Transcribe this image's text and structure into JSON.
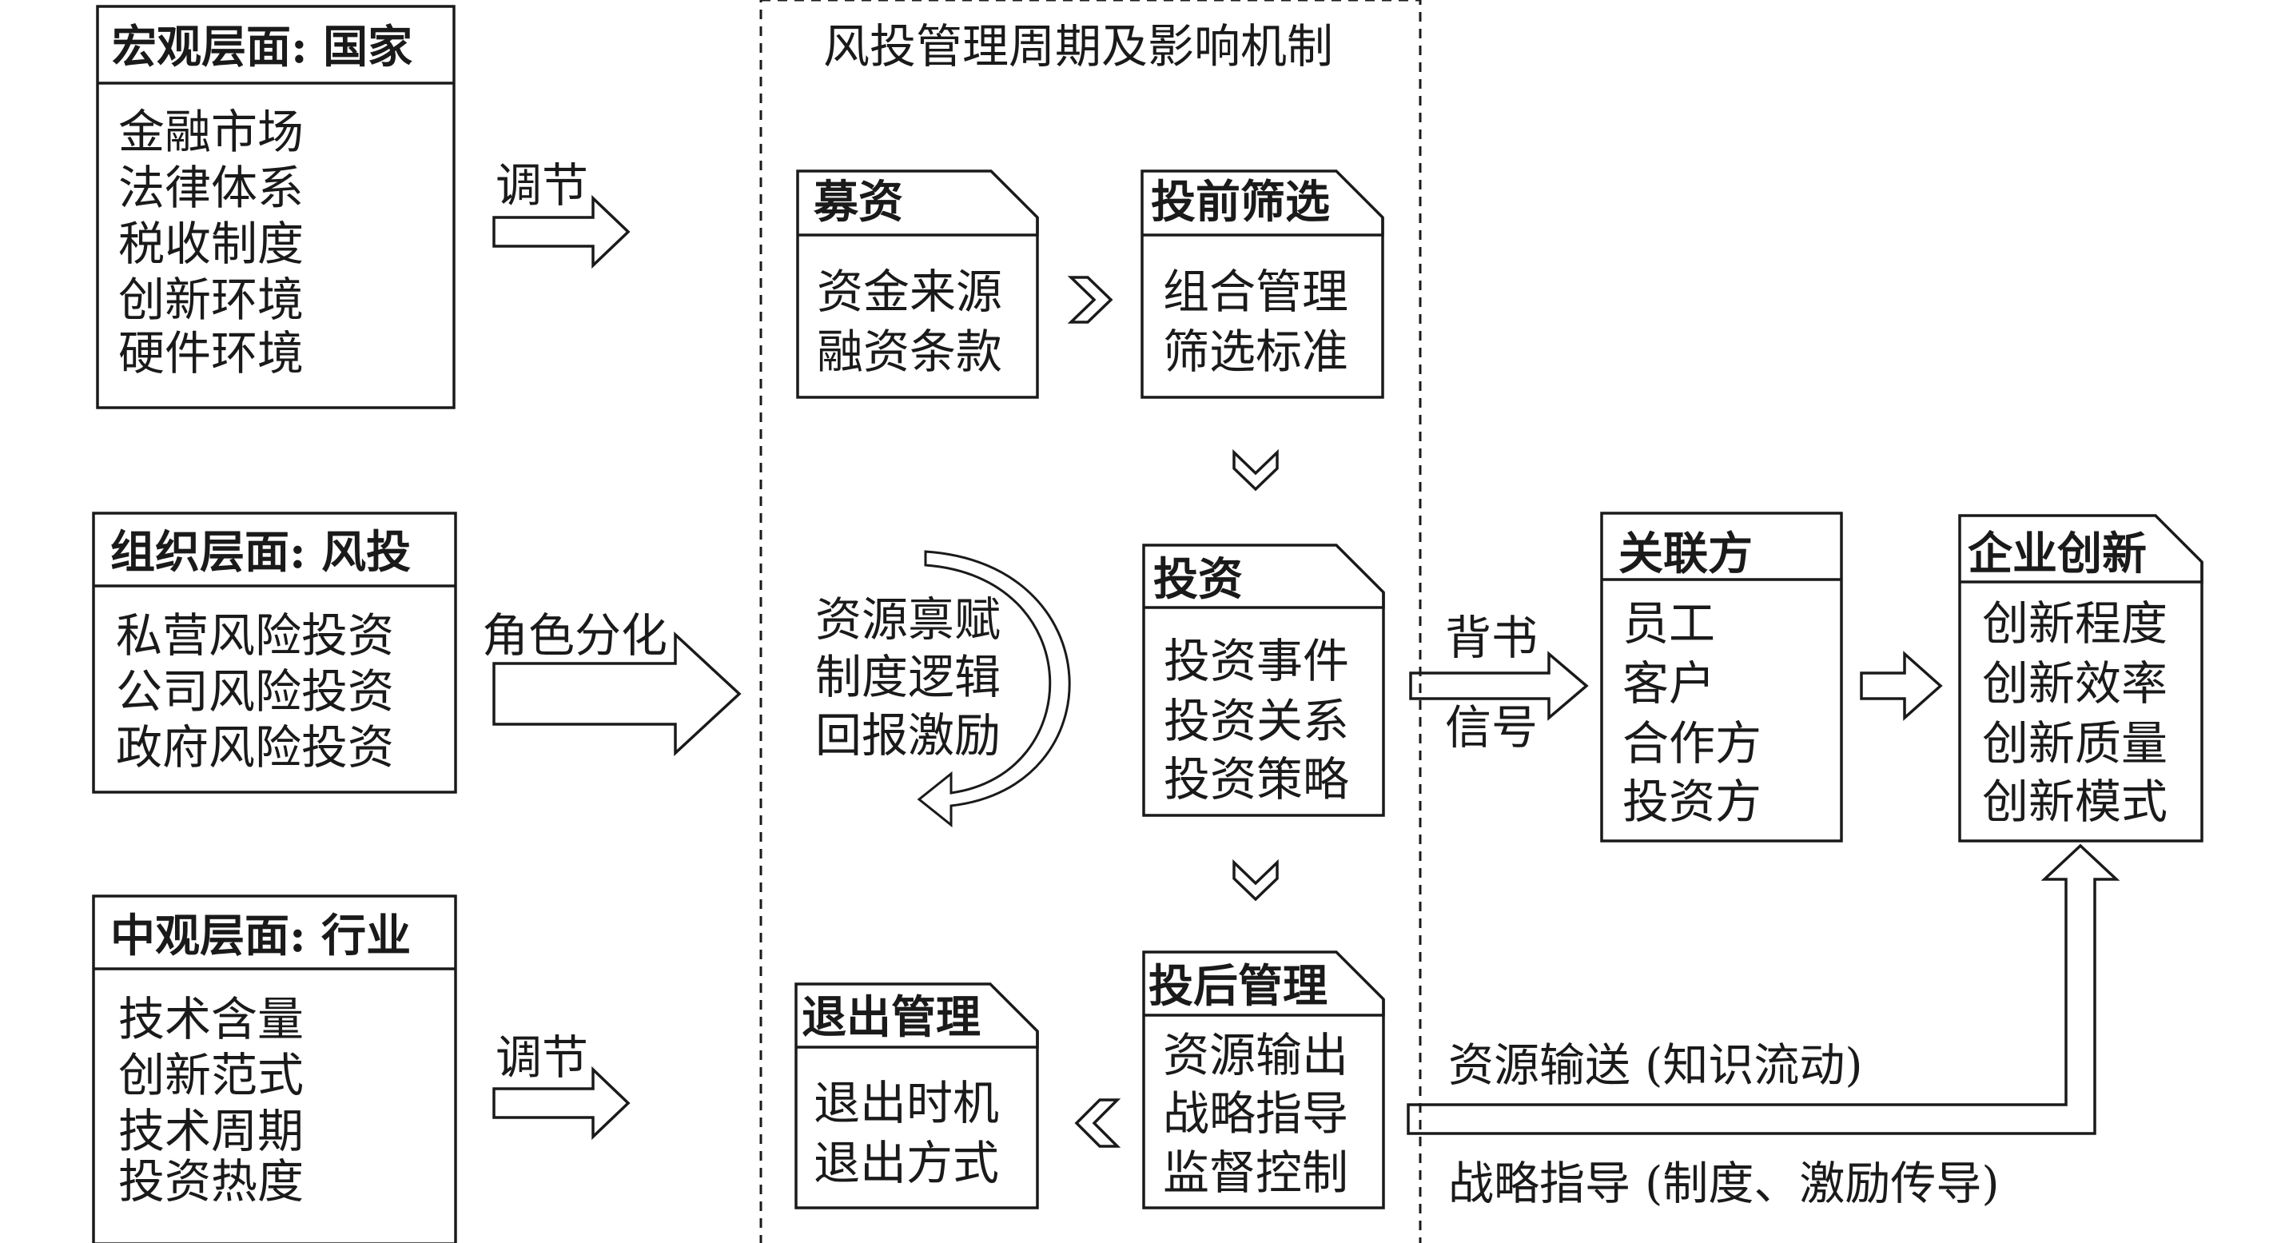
{
  "diagram": {
    "title": "风投管理周期及影响机制",
    "levels": {
      "macro": {
        "header": "宏观层面: 国家",
        "items": [
          "金融市场",
          "法律体系",
          "税收制度",
          "创新环境",
          "硬件环境"
        ],
        "arrow_label": "调节"
      },
      "org": {
        "header": "组织层面: 风投",
        "items": [
          "私营风险投资",
          "公司风险投资",
          "政府风险投资"
        ],
        "arrow_label": "角色分化"
      },
      "meso": {
        "header": "中观层面: 行业",
        "items": [
          "技术含量",
          "创新范式",
          "技术周期",
          "投资热度"
        ],
        "arrow_label": "调节"
      }
    },
    "cycle": {
      "fundraising": {
        "header": "募资",
        "items": [
          "资金来源",
          "融资条款"
        ]
      },
      "screening": {
        "header": "投前筛选",
        "items": [
          "组合管理",
          "筛选标准"
        ]
      },
      "investment": {
        "header": "投资",
        "items": [
          "投资事件",
          "投资关系",
          "投资策略"
        ]
      },
      "post": {
        "header": "投后管理",
        "items": [
          "资源输出",
          "战略指导",
          "监督控制"
        ]
      },
      "exit": {
        "header": "退出管理",
        "items": [
          "退出时机",
          "退出方式"
        ]
      },
      "resources": [
        "资源禀赋",
        "制度逻辑",
        "回报激励"
      ]
    },
    "related": {
      "header": "关联方",
      "items": [
        "员工",
        "客户",
        "合作方",
        "投资方"
      ]
    },
    "innovation": {
      "header": "企业创新",
      "items": [
        "创新程度",
        "创新效率",
        "创新质量",
        "创新模式"
      ]
    },
    "signal_labels": [
      "背书",
      "信号"
    ],
    "resource_flow_label": "资源输送 (知识流动)",
    "strategy_label": "战略指导 (制度、激励传导)"
  }
}
